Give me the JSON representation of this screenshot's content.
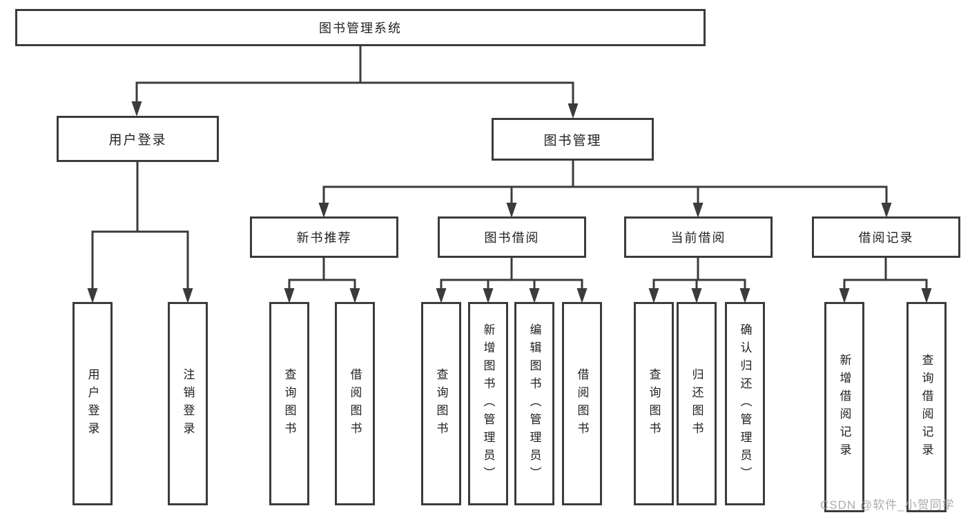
{
  "colors": {
    "line": "#3b3b3b",
    "border": "#3b3b3b",
    "text": "#1f1f1f",
    "box_background": "#ffffff",
    "watermark": "#a2a2a8"
  },
  "watermark": {
    "text": "CSDN @软件_小贺同学"
  },
  "tree": {
    "root": {
      "label": "图书管理系统"
    },
    "branches": [
      {
        "label": "用户登录",
        "children": [
          {
            "label": "用户登录"
          },
          {
            "label": "注销登录"
          }
        ]
      },
      {
        "label": "图书管理",
        "children": [
          {
            "label": "新书推荐",
            "children": [
              {
                "label": "查询图书"
              },
              {
                "label": "借阅图书"
              }
            ]
          },
          {
            "label": "图书借阅",
            "children": [
              {
                "label": "查询图书"
              },
              {
                "label": "新增图书（管理员）"
              },
              {
                "label": "编辑图书（管理员）"
              },
              {
                "label": "借阅图书"
              }
            ]
          },
          {
            "label": "当前借阅",
            "children": [
              {
                "label": "查询图书"
              },
              {
                "label": "归还图书"
              },
              {
                "label": "确认归还（管理员）"
              }
            ]
          },
          {
            "label": "借阅记录",
            "children": [
              {
                "label": "新增借阅记录"
              },
              {
                "label": "查询借阅记录"
              }
            ]
          }
        ]
      }
    ]
  }
}
